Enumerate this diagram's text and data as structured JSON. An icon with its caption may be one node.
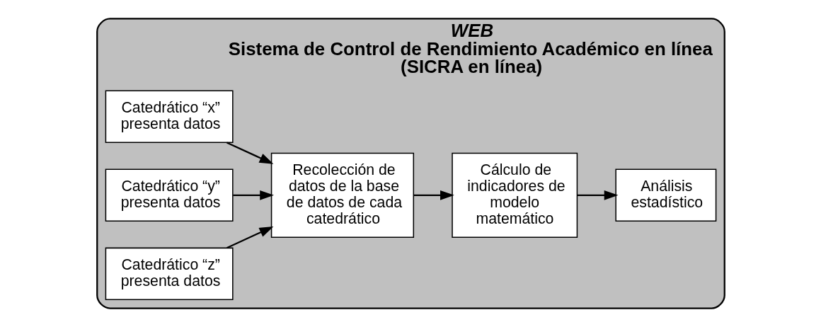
{
  "diagram": {
    "nodes": [
      {
        "text": [
          "WEB",
          "Sistema de Control de Rendimiento Académico en línea (SICRA en línea)"
        ]
      },
      {
        "text": [
          "Catedrático “x” presenta datos"
        ],
        "in": 0
      },
      {
        "text": [
          "Catedrático “y” presenta datos"
        ],
        "in": 0
      },
      {
        "text": [
          "Catedrático “z” presenta datos"
        ],
        "in": 0
      },
      {
        "text": [
          "Recolección de datos de la base de datos de cada catedrático"
        ],
        "in": 0
      },
      {
        "text": [
          "Cálculo de indicadores de modelo matemático"
        ],
        "in": 0
      },
      {
        "text": [
          "Análisis estadístico"
        ],
        "in": 0
      }
    ],
    "edges": [
      {
        "from": 1,
        "to": 4,
        "arrow": "to"
      },
      {
        "from": 2,
        "to": 4,
        "arrow": "to"
      },
      {
        "from": 3,
        "to": 4,
        "arrow": "to"
      },
      {
        "from": 4,
        "to": 5,
        "arrow": "to"
      },
      {
        "from": 5,
        "to": 6,
        "arrow": "to"
      }
    ]
  }
}
